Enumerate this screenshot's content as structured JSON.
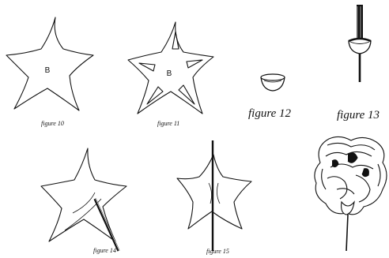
{
  "figures": {
    "fig10": {
      "caption": "figure 10",
      "label": "B"
    },
    "fig11": {
      "caption": "figure 11",
      "label": "B"
    },
    "fig12": {
      "caption": "figure 12"
    },
    "fig13": {
      "caption": "figure 13"
    },
    "fig14": {
      "caption": "figure 14"
    },
    "fig15": {
      "caption": "figure 15"
    }
  },
  "colors": {
    "ink": "#111111",
    "background": "#ffffff"
  }
}
